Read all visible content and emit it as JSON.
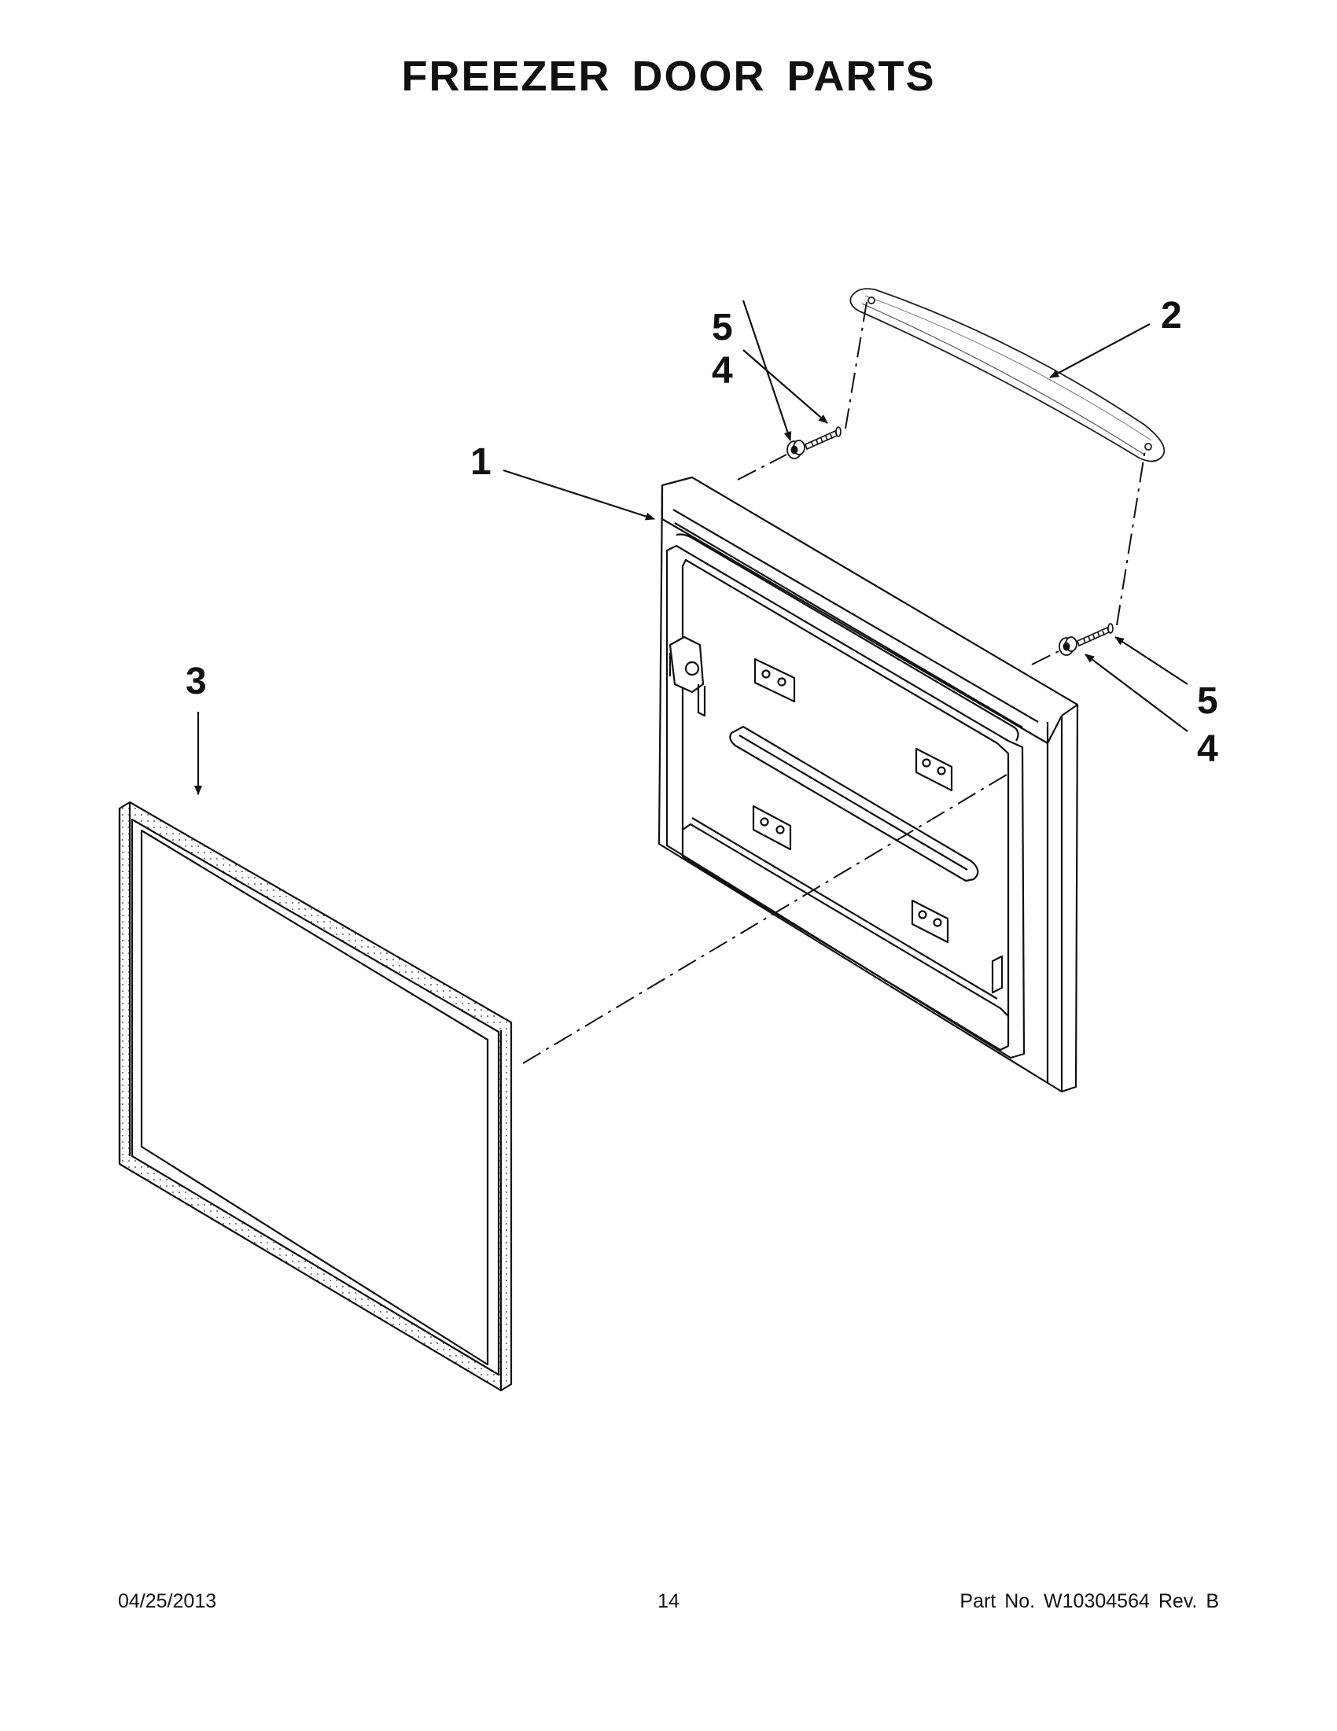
{
  "title": "FREEZER DOOR PARTS",
  "callouts": {
    "door": "1",
    "handle": "2",
    "gasket": "3",
    "spacer_upper": "4",
    "screw_upper": "5",
    "screw_lower": "5",
    "spacer_lower": "4"
  },
  "footer": {
    "date": "04/25/2013",
    "page": "14",
    "part_no": "Part No.  W10304564  Rev.  B"
  }
}
